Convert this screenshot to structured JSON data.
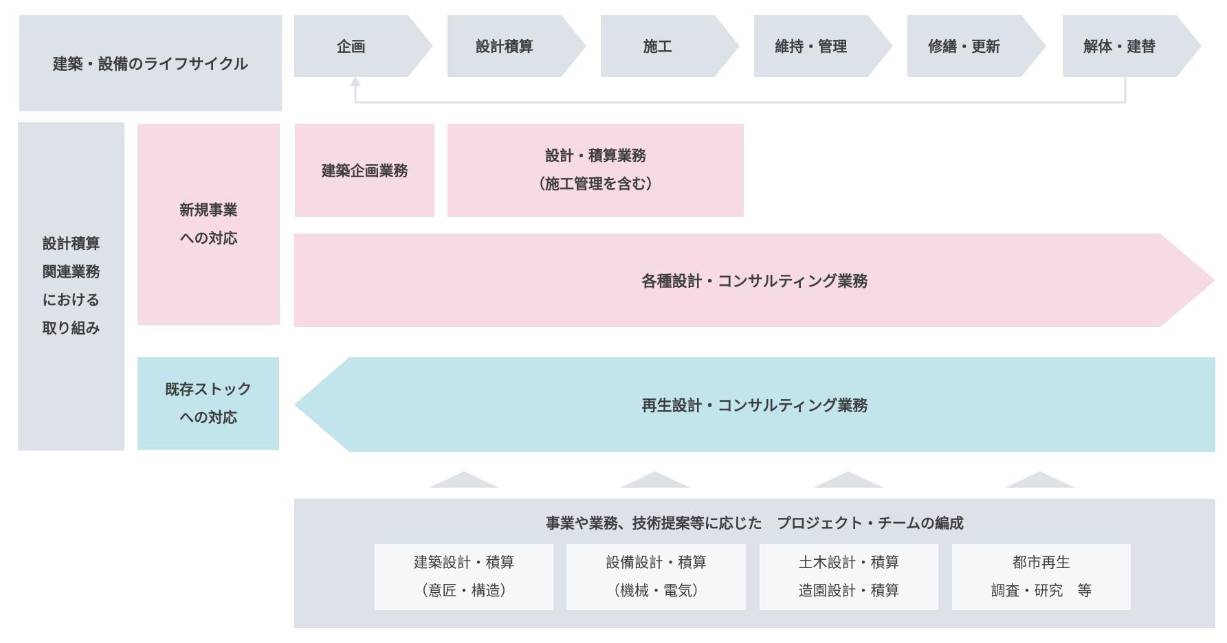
{
  "lifecycle": {
    "title": "建築・設備のライフサイクル",
    "phases": [
      "企画",
      "設計積算",
      "施工",
      "維持・管理",
      "修繕・更新",
      "解体・建替"
    ]
  },
  "initiatives": {
    "label_lines": [
      "設計積算",
      "関連業務",
      "における",
      "取り組み"
    ]
  },
  "new_business": {
    "label_lines": [
      "新規事業",
      "への対応"
    ],
    "planning_service": "建築企画業務",
    "design_service_lines": [
      "設計・積算業務",
      "（施工管理を含む）"
    ],
    "consulting_arrow": "各種設計・コンサルティング業務"
  },
  "existing_stock": {
    "label_lines": [
      "既存ストック",
      "への対応"
    ],
    "regeneration_arrow": "再生設計・コンサルティング業務"
  },
  "project_team": {
    "heading": "事業や業務、技術提案等に応じた　プロジェクト・チームの編成",
    "cards": [
      {
        "lines": [
          "建築設計・積算",
          "（意匠・構造）"
        ]
      },
      {
        "lines": [
          "設備設計・積算",
          "（機械・電気）"
        ]
      },
      {
        "lines": [
          "土木設計・積算",
          "造園設計・積算"
        ]
      },
      {
        "lines": [
          "都市再生",
          "調査・研究　等"
        ]
      }
    ]
  },
  "colors": {
    "gray": "#dde1e8",
    "pink": "#f7dbe2",
    "blue": "#c2e4ec",
    "card": "#f6f7f9",
    "text": "#3d3d3d"
  }
}
